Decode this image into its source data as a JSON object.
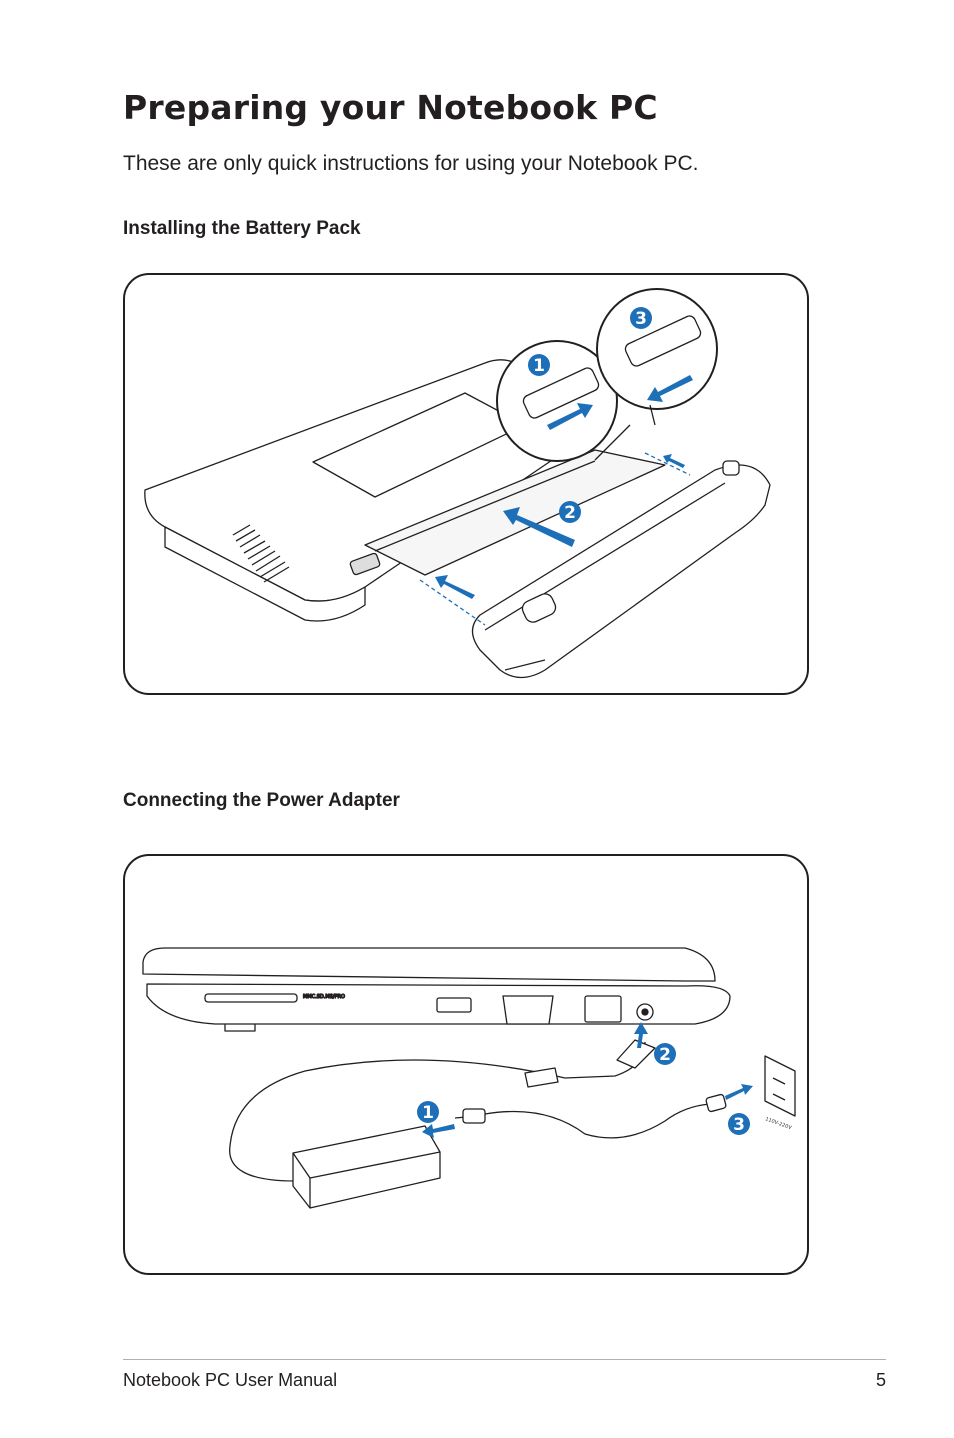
{
  "page": {
    "title": "Preparing your Notebook PC",
    "intro": "These are only quick instructions for using your Notebook PC."
  },
  "sections": {
    "battery": {
      "heading": "Installing the Battery Pack",
      "steps": [
        "1",
        "2",
        "3"
      ]
    },
    "power": {
      "heading": "Connecting the Power Adapter",
      "steps": [
        "1",
        "2",
        "3"
      ],
      "outlet_label": "110V-220V",
      "card_reader_label": "MMC.SD.MS/PRO"
    }
  },
  "footer": {
    "manual_title": "Notebook PC User Manual",
    "page_number": "5"
  },
  "colors": {
    "accent_blue": "#1d6fb8",
    "line": "#231f20"
  }
}
